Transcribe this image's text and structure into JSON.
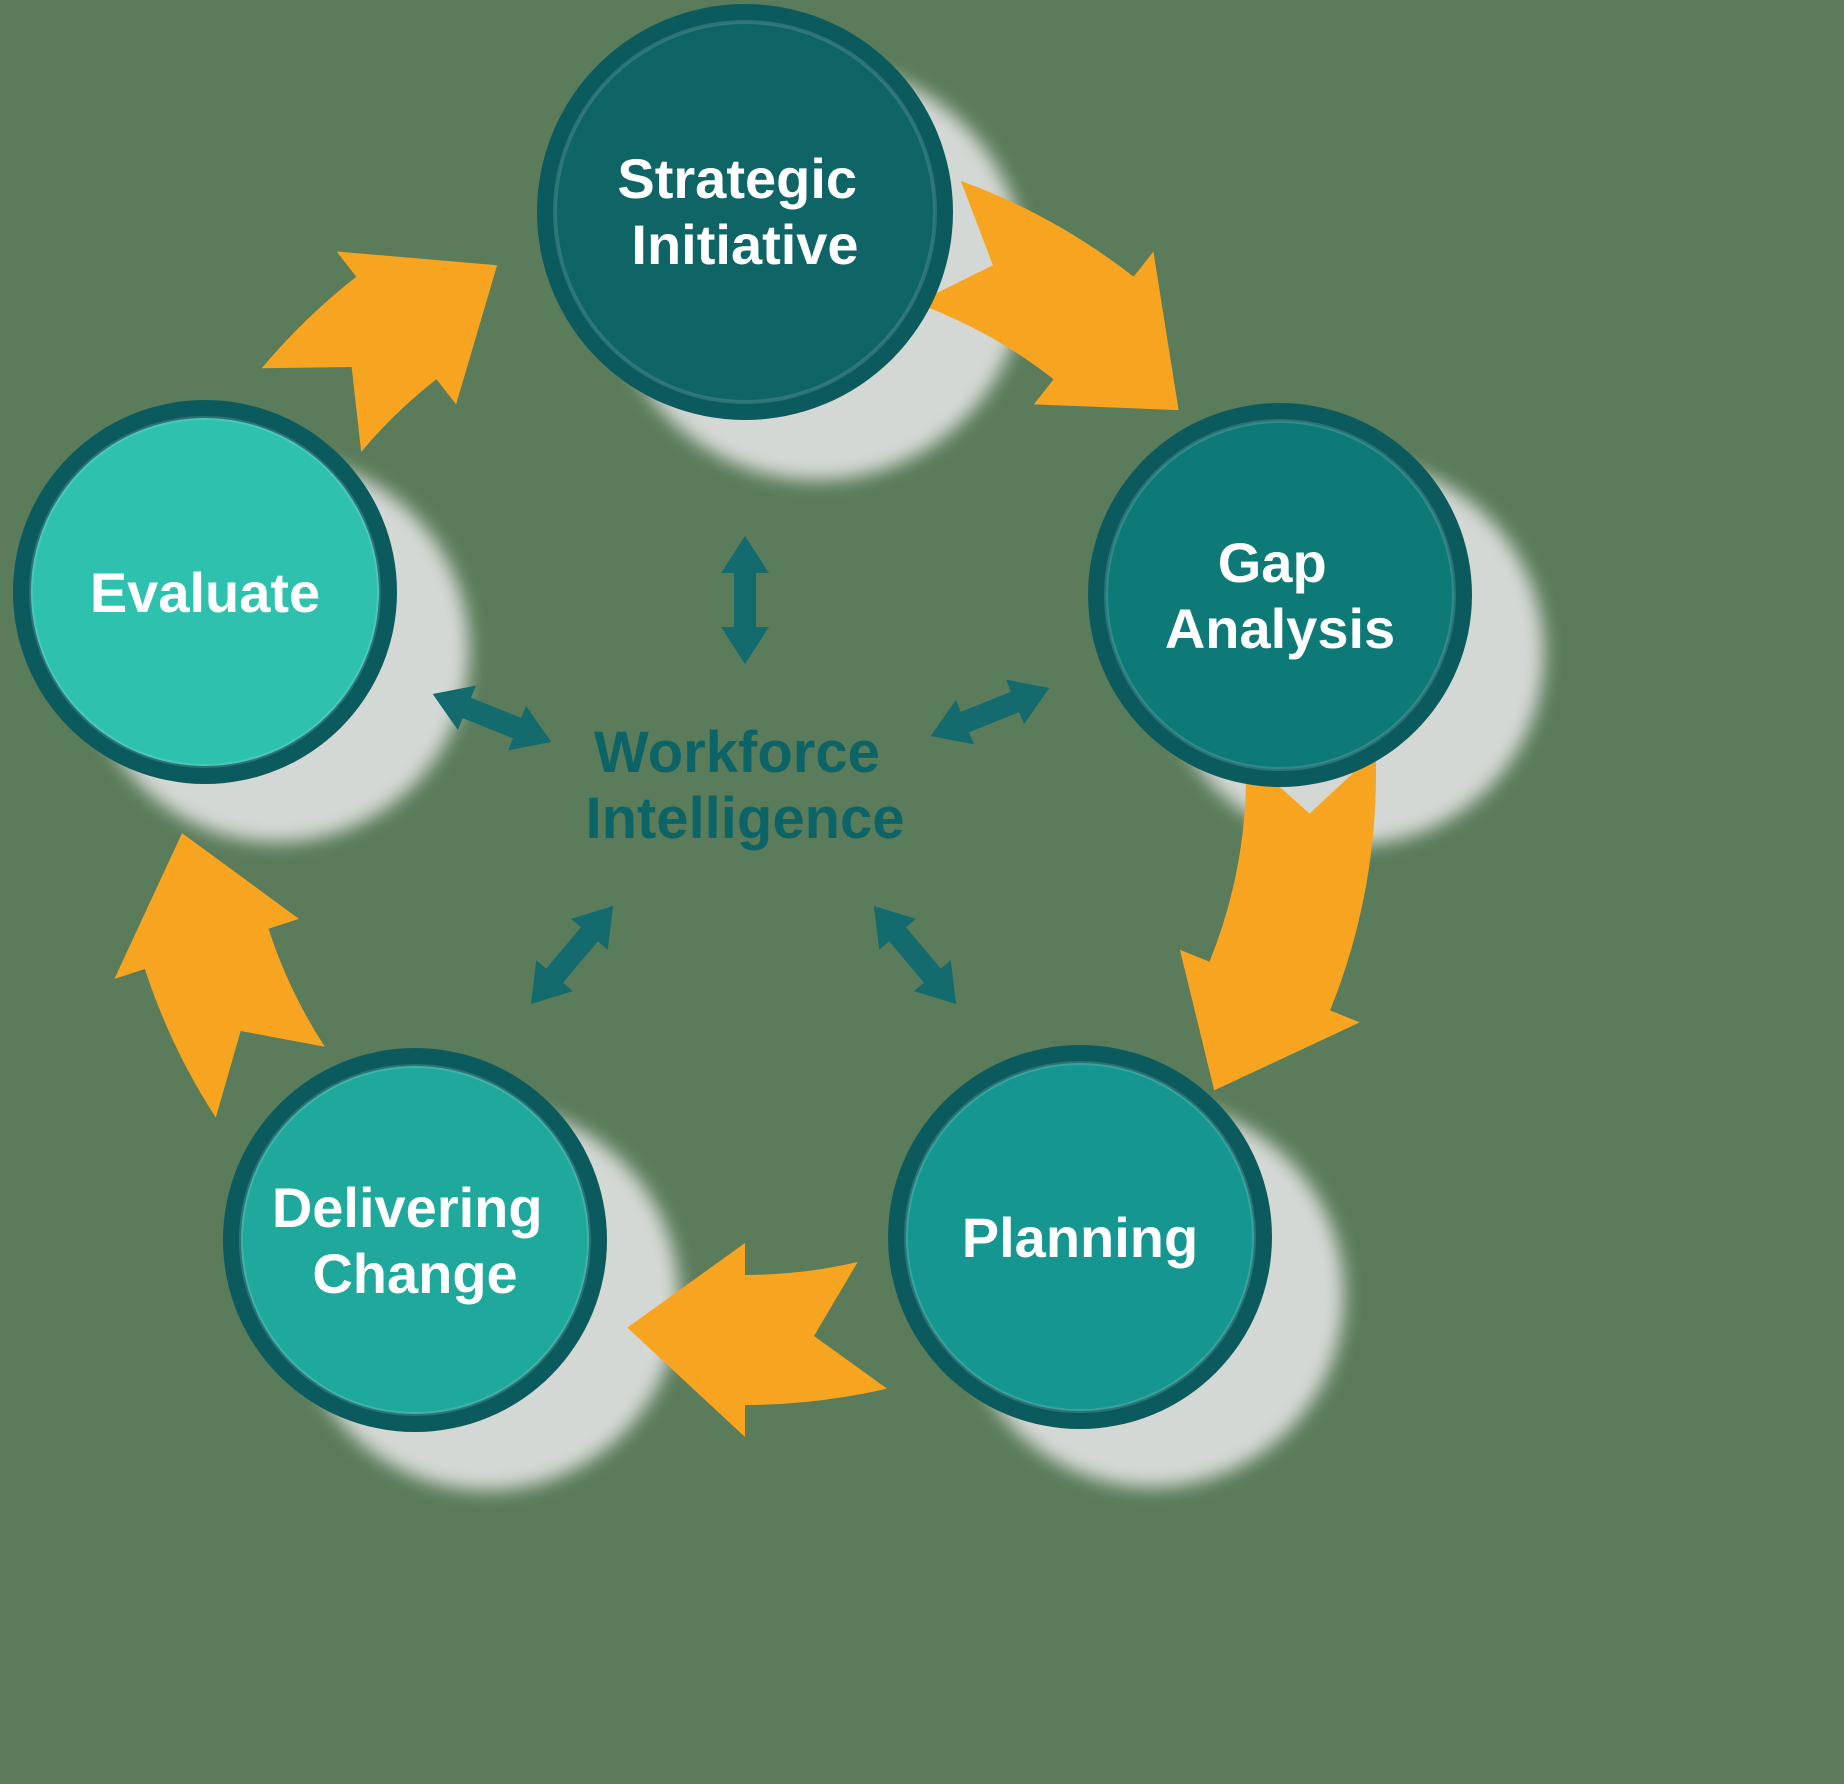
{
  "title": "Workforce planning cycle diagram",
  "colors": {
    "background": "#5A7C5A",
    "arrow_orange": "#F7A521",
    "arrow_teal": "#136B6E",
    "ring": "#0B5B5E",
    "shadow": "#E2E2E2",
    "label_text": "#FFFFFF"
  },
  "center": {
    "lines": [
      "Workforce",
      "Intelligence"
    ],
    "color": "#0C6467"
  },
  "nodes": [
    {
      "id": "strategic-initiative",
      "lines": [
        "Strategic",
        "Initiative"
      ],
      "color": "#0F6466"
    },
    {
      "id": "gap-analysis",
      "lines": [
        "Gap",
        "Analysis"
      ],
      "color": "#0E7A78"
    },
    {
      "id": "planning",
      "lines": [
        "Planning"
      ],
      "color": "#169690"
    },
    {
      "id": "delivering-change",
      "lines": [
        "Delivering",
        "Change"
      ],
      "color": "#1FA89C"
    },
    {
      "id": "evaluate",
      "lines": [
        "Evaluate"
      ],
      "color": "#2DC1AE"
    }
  ]
}
